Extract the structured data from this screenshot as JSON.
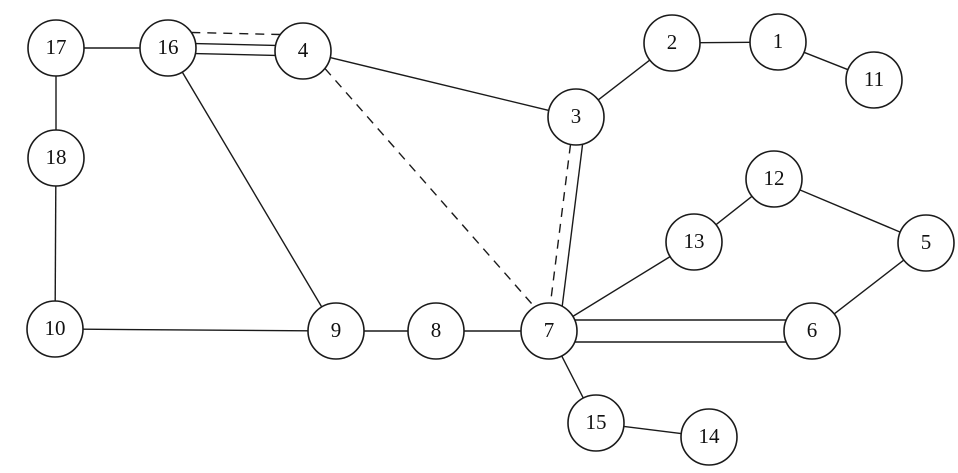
{
  "nodes": [
    {
      "id": "17",
      "label": "17"
    },
    {
      "id": "16",
      "label": "16"
    },
    {
      "id": "4",
      "label": "4"
    },
    {
      "id": "2",
      "label": "2"
    },
    {
      "id": "1",
      "label": "1"
    },
    {
      "id": "11",
      "label": "11"
    },
    {
      "id": "3",
      "label": "3"
    },
    {
      "id": "18",
      "label": "18"
    },
    {
      "id": "12",
      "label": "12"
    },
    {
      "id": "13",
      "label": "13"
    },
    {
      "id": "5",
      "label": "5"
    },
    {
      "id": "10",
      "label": "10"
    },
    {
      "id": "9",
      "label": "9"
    },
    {
      "id": "8",
      "label": "8"
    },
    {
      "id": "7",
      "label": "7"
    },
    {
      "id": "6",
      "label": "6"
    },
    {
      "id": "15",
      "label": "15"
    },
    {
      "id": "14",
      "label": "14"
    }
  ],
  "edges": [
    {
      "from": "17",
      "to": "16",
      "style": "solid"
    },
    {
      "from": "16",
      "to": "4",
      "style": "dashed"
    },
    {
      "from": "16",
      "to": "4",
      "style": "solid"
    },
    {
      "from": "16",
      "to": "4",
      "style": "solid"
    },
    {
      "from": "17",
      "to": "18",
      "style": "solid"
    },
    {
      "from": "18",
      "to": "10",
      "style": "solid"
    },
    {
      "from": "10",
      "to": "9",
      "style": "solid"
    },
    {
      "from": "16",
      "to": "9",
      "style": "solid"
    },
    {
      "from": "4",
      "to": "3",
      "style": "solid"
    },
    {
      "from": "4",
      "to": "7",
      "style": "dashed"
    },
    {
      "from": "3",
      "to": "2",
      "style": "solid"
    },
    {
      "from": "2",
      "to": "1",
      "style": "solid"
    },
    {
      "from": "1",
      "to": "11",
      "style": "solid"
    },
    {
      "from": "3",
      "to": "7",
      "style": "solid"
    },
    {
      "from": "3",
      "to": "7",
      "style": "dashed"
    },
    {
      "from": "9",
      "to": "8",
      "style": "solid"
    },
    {
      "from": "8",
      "to": "7",
      "style": "solid"
    },
    {
      "from": "7",
      "to": "13",
      "style": "solid"
    },
    {
      "from": "13",
      "to": "12",
      "style": "solid"
    },
    {
      "from": "12",
      "to": "5",
      "style": "solid"
    },
    {
      "from": "5",
      "to": "6",
      "style": "solid"
    },
    {
      "from": "7",
      "to": "6",
      "style": "solid"
    },
    {
      "from": "7",
      "to": "6",
      "style": "solid"
    },
    {
      "from": "7",
      "to": "15",
      "style": "solid"
    },
    {
      "from": "15",
      "to": "14",
      "style": "solid"
    }
  ]
}
